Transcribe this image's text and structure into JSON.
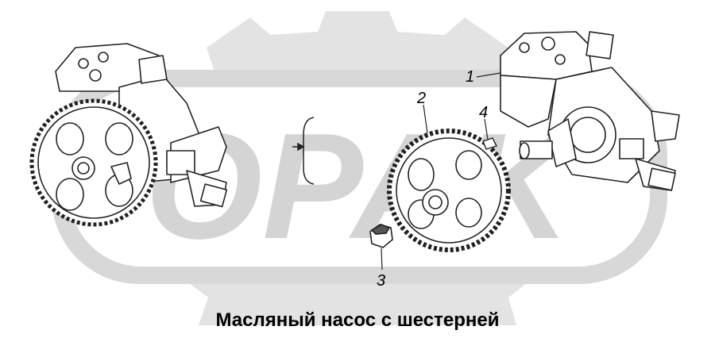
{
  "caption": "Масляный насос с шестерней",
  "callouts": [
    {
      "id": "1",
      "label": "1"
    },
    {
      "id": "2",
      "label": "2"
    },
    {
      "id": "3",
      "label": "3"
    },
    {
      "id": "4",
      "label": "4"
    }
  ],
  "watermark": {
    "kind": "gear-logo",
    "text": "OPAK"
  },
  "colors": {
    "watermark": "#d4d4d4",
    "line": "#222222",
    "fill": "#ffffff"
  }
}
